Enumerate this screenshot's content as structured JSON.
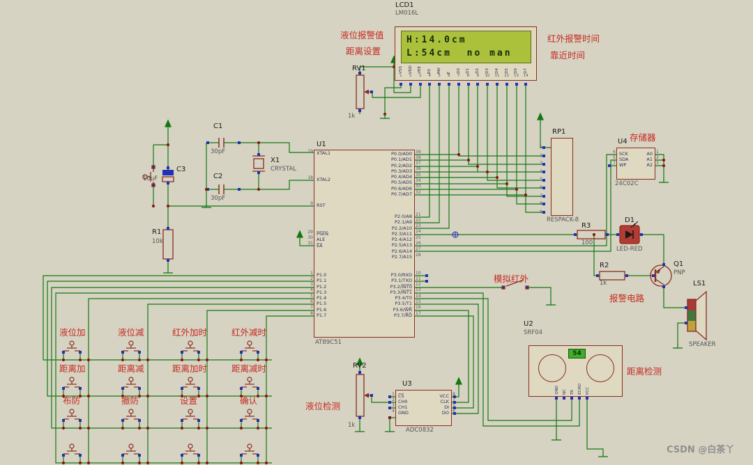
{
  "colors": {
    "wire": "#137813",
    "component_outline": "#8a2c20",
    "pin_square": "#2230b5",
    "junction": "#8f1511",
    "annotation": "#c62a22",
    "lcd_screen": "#abc13c",
    "srf_display": "#3fae29",
    "background": "#d6d3c2"
  },
  "watermark": "CSDN @白茶丫",
  "annotations": {
    "liquid_alarm_value": "液位报警值",
    "distance_setting": "距离设置",
    "ir_alarm_time": "红外报警时间",
    "approach_time": "靠近时间",
    "memory": "存储器",
    "sim_infrared": "模拟红外",
    "alarm_circuit": "报警电路",
    "liquid_detect": "液位检测",
    "distance_detect": "距离检测"
  },
  "lcd": {
    "ref": "LCD1",
    "model": "LM016L",
    "line1": "H:14.0cm",
    "line2": "L:54cm  no man",
    "pins": [
      {
        "num": "1",
        "name": "VSS"
      },
      {
        "num": "2",
        "name": "VDD"
      },
      {
        "num": "3",
        "name": "VEE"
      },
      {
        "num": "4",
        "name": "RS"
      },
      {
        "num": "5",
        "name": "RW"
      },
      {
        "num": "6",
        "name": "E"
      },
      {
        "num": "7",
        "name": "D0"
      },
      {
        "num": "8",
        "name": "D1"
      },
      {
        "num": "9",
        "name": "D2"
      },
      {
        "num": "10",
        "name": "D3"
      },
      {
        "num": "11",
        "name": "D4"
      },
      {
        "num": "12",
        "name": "D5"
      },
      {
        "num": "13",
        "name": "D6"
      },
      {
        "num": "14",
        "name": "D7"
      }
    ]
  },
  "u1": {
    "ref": "U1",
    "model": "AT89C51",
    "xtal1": {
      "num": "19",
      "name": "XTAL1"
    },
    "xtal2": {
      "num": "18",
      "name": "XTAL2"
    },
    "rst": {
      "num": "9",
      "name": "RST"
    },
    "ctrl": [
      {
        "num": "29",
        "name": "P̅S̅E̅N̅"
      },
      {
        "num": "30",
        "name": "ALE"
      },
      {
        "num": "31",
        "name": "E̅A̅"
      }
    ],
    "p1": [
      {
        "num": "1",
        "name": "P1.0"
      },
      {
        "num": "2",
        "name": "P1.1"
      },
      {
        "num": "3",
        "name": "P1.2"
      },
      {
        "num": "4",
        "name": "P1.3"
      },
      {
        "num": "5",
        "name": "P1.4"
      },
      {
        "num": "6",
        "name": "P1.5"
      },
      {
        "num": "7",
        "name": "P1.6"
      },
      {
        "num": "8",
        "name": "P1.7"
      }
    ],
    "p0": [
      {
        "num": "39",
        "name": "P0.0/AD0"
      },
      {
        "num": "38",
        "name": "P0.1/AD1"
      },
      {
        "num": "37",
        "name": "P0.2/AD2"
      },
      {
        "num": "36",
        "name": "P0.3/AD3"
      },
      {
        "num": "35",
        "name": "P0.4/AD4"
      },
      {
        "num": "34",
        "name": "P0.5/AD5"
      },
      {
        "num": "33",
        "name": "P0.6/AD6"
      },
      {
        "num": "32",
        "name": "P0.7/AD7"
      }
    ],
    "p2": [
      {
        "num": "21",
        "name": "P2.0/A8"
      },
      {
        "num": "22",
        "name": "P2.1/A9"
      },
      {
        "num": "23",
        "name": "P2.2/A10"
      },
      {
        "num": "24",
        "name": "P2.3/A11"
      },
      {
        "num": "25",
        "name": "P2.4/A12"
      },
      {
        "num": "26",
        "name": "P2.5/A13"
      },
      {
        "num": "27",
        "name": "P2.6/A14"
      },
      {
        "num": "28",
        "name": "P2.7/A15"
      }
    ],
    "p3": [
      {
        "num": "10",
        "name": "P3.0/RXD"
      },
      {
        "num": "11",
        "name": "P3.1/TXD"
      },
      {
        "num": "12",
        "name": "P3.2/I̅N̅T̅0̅"
      },
      {
        "num": "13",
        "name": "P3.3/I̅N̅T̅1̅"
      },
      {
        "num": "14",
        "name": "P3.4/T0"
      },
      {
        "num": "15",
        "name": "P3.5/T1"
      },
      {
        "num": "16",
        "name": "P3.6/W̅R̅"
      },
      {
        "num": "17",
        "name": "P3.7/R̅D̅"
      }
    ]
  },
  "rp1": {
    "ref": "RP1",
    "model": "RESPACK-8",
    "pin_numbers": [
      "1",
      "2",
      "3",
      "4",
      "5",
      "6",
      "7",
      "8",
      "9"
    ]
  },
  "u4": {
    "ref": "U4",
    "model": "24C02C",
    "left": [
      {
        "num": "6",
        "name": "SCK"
      },
      {
        "num": "5",
        "name": "SDA"
      },
      {
        "num": "7",
        "name": "WP"
      }
    ],
    "right": [
      {
        "num": "1",
        "name": "A0"
      },
      {
        "num": "2",
        "name": "A1"
      },
      {
        "num": "3",
        "name": "A2"
      }
    ]
  },
  "u3": {
    "ref": "U3",
    "model": "ADC0832",
    "left": [
      {
        "num": "1",
        "name": "C̅S̅"
      },
      {
        "num": "2",
        "name": "CH0"
      },
      {
        "num": "3",
        "name": "CH1"
      },
      {
        "num": "4",
        "name": "GND"
      }
    ],
    "right": [
      {
        "num": "8",
        "name": "VCC"
      },
      {
        "num": "7",
        "name": "CLK"
      },
      {
        "num": "5",
        "name": "DI"
      },
      {
        "num": "6",
        "name": "DO"
      }
    ]
  },
  "u2": {
    "ref": "U2",
    "model": "SRF04",
    "display": "54",
    "pins": [
      "GND",
      "NC",
      "TR",
      "ECHO",
      "VCC"
    ]
  },
  "rv1": {
    "ref": "RV1",
    "value": "1k"
  },
  "rv2": {
    "ref": "RV2",
    "value": "1k"
  },
  "r1": {
    "ref": "R1",
    "value": "10k"
  },
  "r2": {
    "ref": "R2",
    "value": "1k"
  },
  "r3": {
    "ref": "R3",
    "value": "100"
  },
  "c1": {
    "ref": "C1",
    "value": "30pF"
  },
  "c2": {
    "ref": "C2",
    "value": "30pF"
  },
  "c3": {
    "ref": "C3",
    "value": "10uF"
  },
  "x1": {
    "ref": "X1",
    "value": "CRYSTAL"
  },
  "d1": {
    "ref": "D1",
    "value": "LED-RED"
  },
  "q1": {
    "ref": "Q1",
    "value": "PNP"
  },
  "ls1": {
    "ref": "LS1",
    "value": "SPEAKER"
  },
  "keypad": {
    "rows": [
      {
        "labels": [
          "液位加",
          "液位减",
          "红外加时",
          "红外减时"
        ]
      },
      {
        "labels": [
          "距离加",
          "距离减",
          "距离加时",
          "距离减时"
        ]
      },
      {
        "labels": [
          "布防",
          "撤防",
          "设置",
          "确认"
        ]
      }
    ]
  }
}
